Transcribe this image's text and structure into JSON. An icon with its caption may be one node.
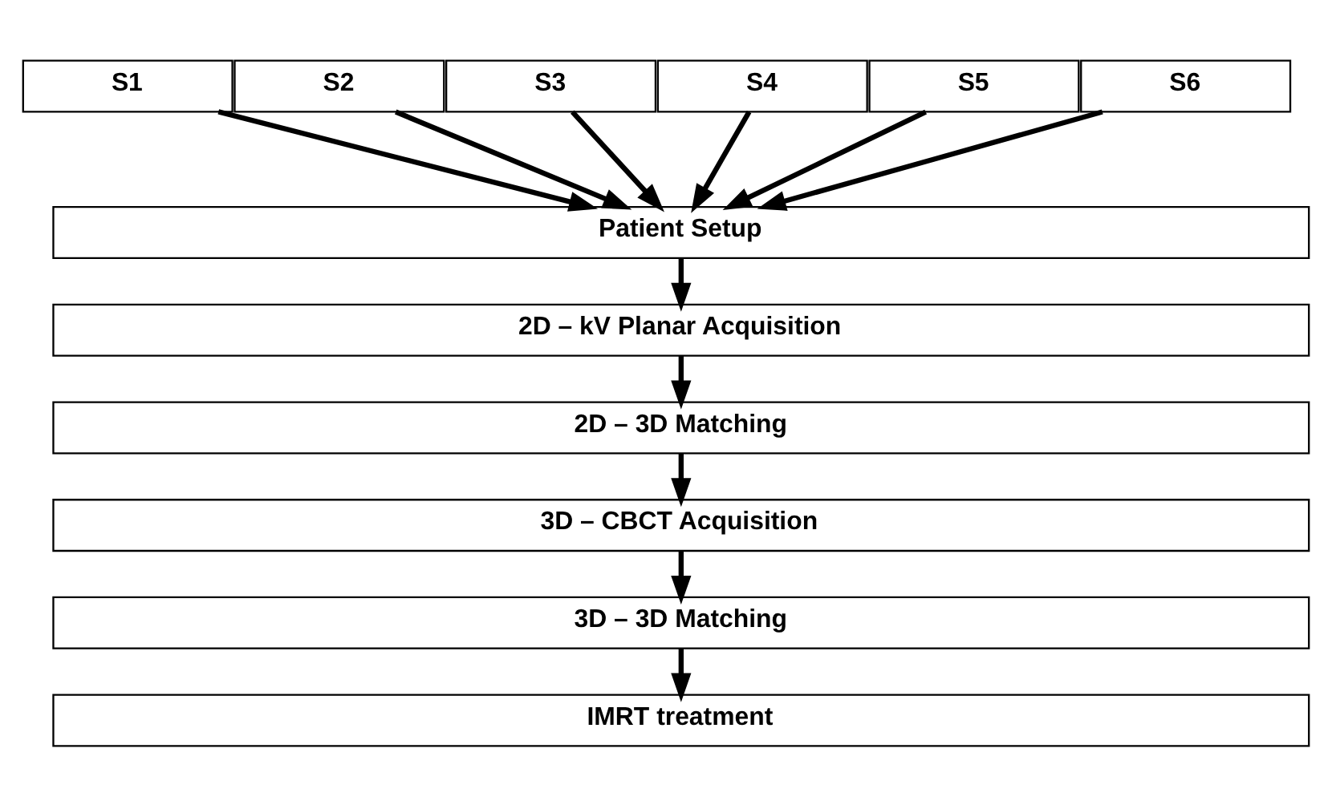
{
  "diagram": {
    "nodes": [
      {
        "text": [
          "S1"
        ]
      },
      {
        "text": [
          "S2"
        ]
      },
      {
        "text": [
          "S3"
        ]
      },
      {
        "text": [
          "S4"
        ]
      },
      {
        "text": [
          "S5"
        ]
      },
      {
        "text": [
          "S6"
        ]
      },
      {
        "text": [
          "Patient Setup"
        ]
      },
      {
        "text": [
          "2D – kV Planar Acquisition"
        ]
      },
      {
        "text": [
          "2D – 3D Matching"
        ]
      },
      {
        "text": [
          "3D – CBCT Acquisition"
        ]
      },
      {
        "text": [
          "3D – 3D Matching"
        ]
      },
      {
        "text": [
          "IMRT treatment"
        ]
      }
    ],
    "edges": [
      {
        "from": 0,
        "to": 6,
        "arrow": "to"
      },
      {
        "from": 1,
        "to": 6,
        "arrow": "to"
      },
      {
        "from": 2,
        "to": 6,
        "arrow": "to"
      },
      {
        "from": 3,
        "to": 6,
        "arrow": "to"
      },
      {
        "from": 4,
        "to": 6,
        "arrow": "to"
      },
      {
        "from": 5,
        "to": 6,
        "arrow": "to"
      },
      {
        "from": 6,
        "to": 7,
        "arrow": "to"
      },
      {
        "from": 7,
        "to": 8,
        "arrow": "to"
      },
      {
        "from": 8,
        "to": 9,
        "arrow": "to"
      },
      {
        "from": 9,
        "to": 10,
        "arrow": "to"
      },
      {
        "from": 10,
        "to": 11,
        "arrow": "to"
      }
    ]
  }
}
